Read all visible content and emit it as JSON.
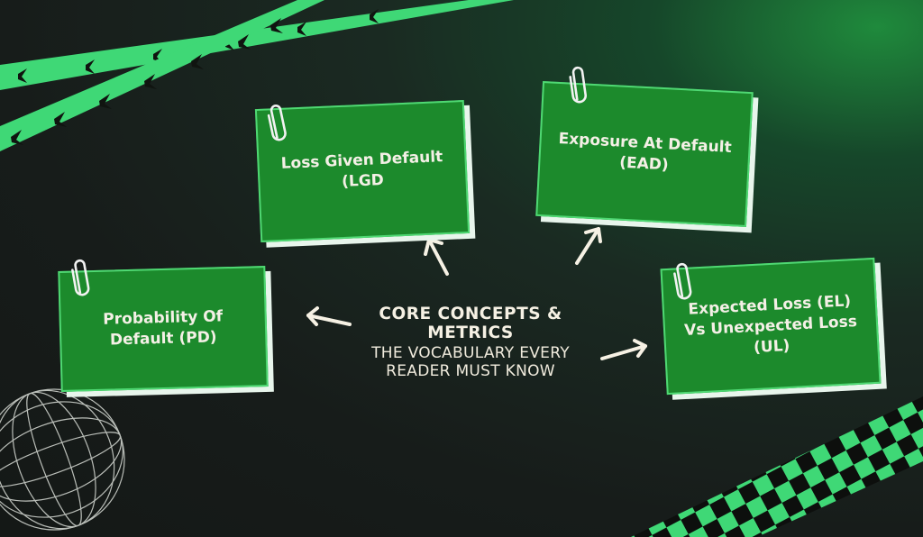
{
  "center": {
    "title": "CORE CONCEPTS & METRICS",
    "subtitle": "THE VOCABULARY EVERY READER MUST KNOW"
  },
  "cards": {
    "pd": "Probability Of Default (PD)",
    "lgd": "Loss Given Default (LGD",
    "ead": "Exposure At Default (EAD)",
    "el": "Expected Loss (EL) Vs Unexpected Loss (UL)"
  },
  "colors": {
    "card_green": "#1c8a2c",
    "card_border": "#4fd873",
    "tape_green": "#3fd876",
    "background": "#171c1a",
    "text_cream": "#f4f0e6"
  }
}
